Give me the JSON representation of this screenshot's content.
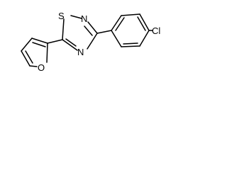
{
  "diagram": {
    "type": "chemical-structure",
    "atoms": {
      "sulfur": "S",
      "nitrogen_top": "N",
      "nitrogen_bottom": "N",
      "chlorine": "Cl",
      "oxygen": "O"
    },
    "colors": {
      "ink": "#000000",
      "background": "#ffffff"
    }
  }
}
